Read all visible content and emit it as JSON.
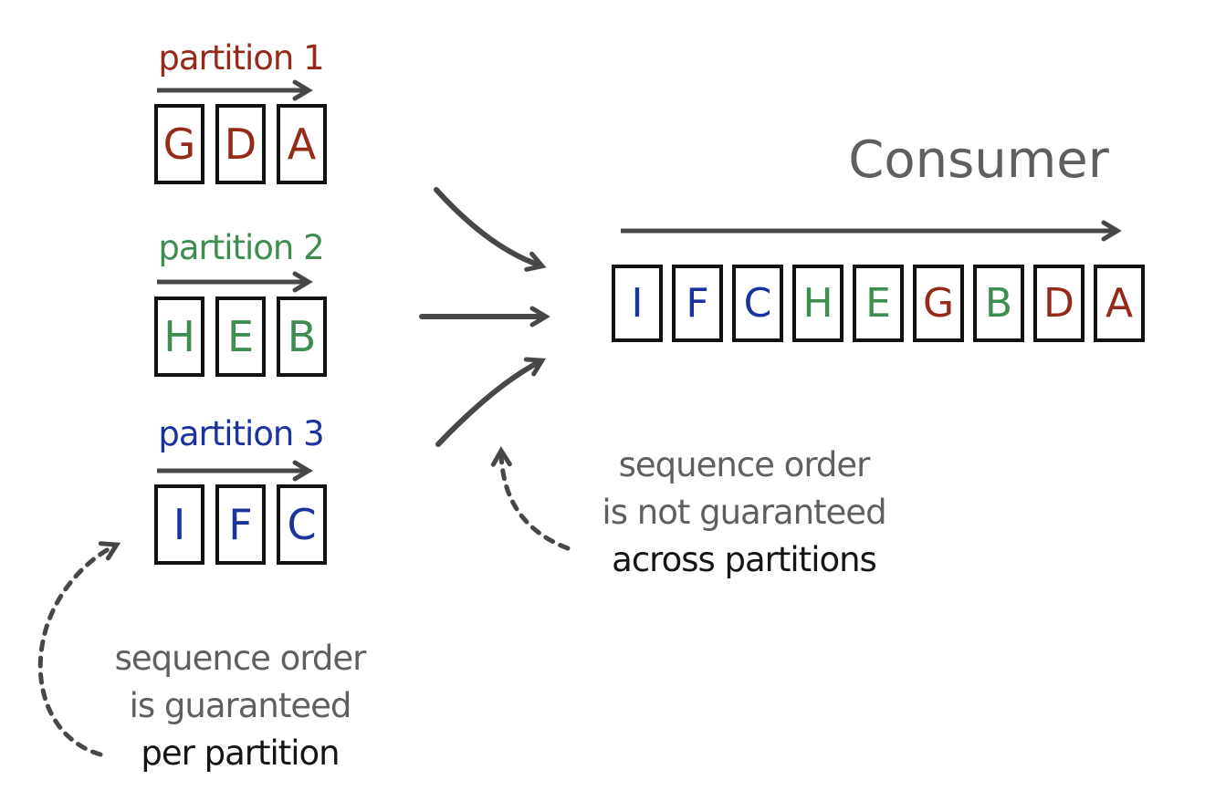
{
  "colors": {
    "red": "#962a19",
    "green": "#3e8e51",
    "blue": "#1a339d",
    "arrow": "#474747",
    "gray_text": "#5f5f5f",
    "black_text": "#151515",
    "box_border": "#111111",
    "background": "#ffffff"
  },
  "partitions": [
    {
      "label": "partition 1",
      "color": "#962a19",
      "messages": [
        "G",
        "D",
        "A"
      ]
    },
    {
      "label": "partition 2",
      "color": "#3e8e51",
      "messages": [
        "H",
        "E",
        "B"
      ]
    },
    {
      "label": "partition 3",
      "color": "#1a339d",
      "messages": [
        "I",
        "F",
        "C"
      ]
    }
  ],
  "consumer": {
    "label": "Consumer",
    "messages": [
      {
        "letter": "I",
        "color": "#1a339d"
      },
      {
        "letter": "F",
        "color": "#1a339d"
      },
      {
        "letter": "C",
        "color": "#1a339d"
      },
      {
        "letter": "H",
        "color": "#3e8e51"
      },
      {
        "letter": "E",
        "color": "#3e8e51"
      },
      {
        "letter": "G",
        "color": "#962a19"
      },
      {
        "letter": "B",
        "color": "#3e8e51"
      },
      {
        "letter": "D",
        "color": "#962a19"
      },
      {
        "letter": "A",
        "color": "#962a19"
      }
    ]
  },
  "annotations": {
    "across_partitions": {
      "line1": "sequence order",
      "line2": "is not guaranteed",
      "emphasis": "across partitions"
    },
    "per_partition": {
      "line1": "sequence order",
      "line2": "is guaranteed",
      "emphasis": "per partition"
    }
  }
}
